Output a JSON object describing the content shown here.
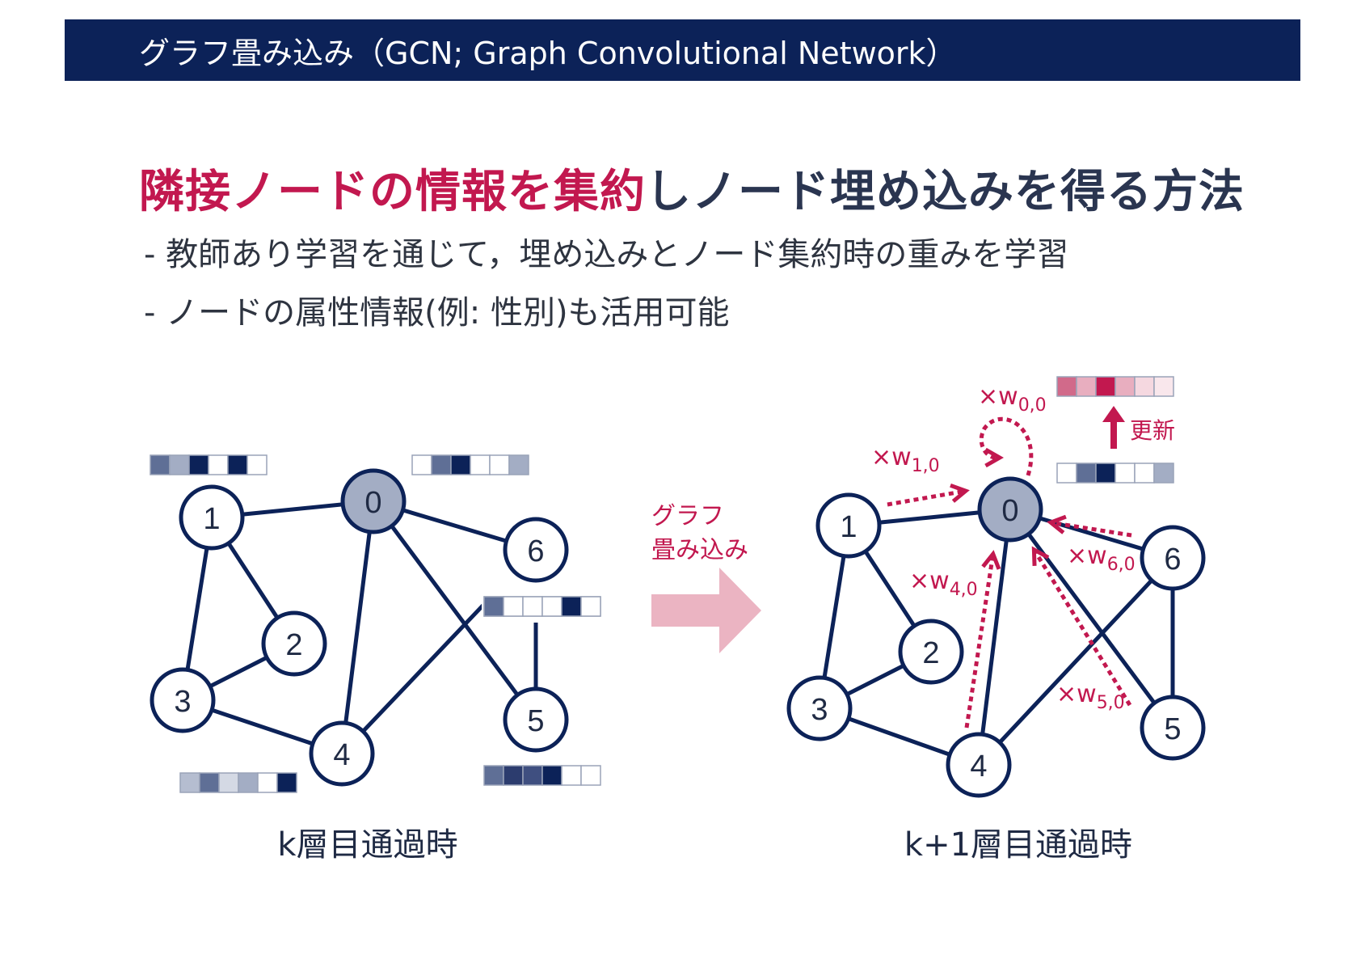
{
  "header": {
    "title": "グラフ畳み込み（GCN; Graph Convolutional Network）"
  },
  "headline": {
    "highlight": "隣接ノードの情報を集約",
    "rest": "しノード埋め込みを得る方法"
  },
  "bullets": [
    "- 教師あり学習を通じて，埋め込みとノード集約時の重みを学習",
    "- ノードの属性情報(例: 性別)も活用可能"
  ],
  "colors": {
    "header_bg": "#0c2258",
    "accent": "#c2184f",
    "node_stroke": "#0c2258",
    "node_highlight": "#a3adc4",
    "arrow_fill": "#ebb4c2"
  },
  "arrow_label": [
    "グラフ",
    "畳み込み"
  ],
  "update_label": "更新",
  "captions": {
    "left": "k層目通過時",
    "right": "k+1層目通過時"
  },
  "left_graph": {
    "nodes": [
      {
        "id": "0",
        "highlight": true
      },
      {
        "id": "1"
      },
      {
        "id": "2"
      },
      {
        "id": "3"
      },
      {
        "id": "4"
      },
      {
        "id": "5"
      },
      {
        "id": "6"
      }
    ]
  },
  "right_graph": {
    "nodes": [
      {
        "id": "0",
        "highlight": true
      },
      {
        "id": "1"
      },
      {
        "id": "2"
      },
      {
        "id": "3"
      },
      {
        "id": "4"
      },
      {
        "id": "5"
      },
      {
        "id": "6"
      }
    ]
  },
  "edges": [
    [
      "1",
      "0"
    ],
    [
      "1",
      "2"
    ],
    [
      "1",
      "3"
    ],
    [
      "2",
      "3"
    ],
    [
      "3",
      "4"
    ],
    [
      "0",
      "4"
    ],
    [
      "0",
      "5"
    ],
    [
      "0",
      "6"
    ],
    [
      "4",
      "6"
    ],
    [
      "6",
      "5"
    ]
  ],
  "weights": [
    {
      "id": "w00",
      "prefix": "×w",
      "sub": "0,0"
    },
    {
      "id": "w10",
      "prefix": "×w",
      "sub": "1,0"
    },
    {
      "id": "w40",
      "prefix": "×w",
      "sub": "4,0"
    },
    {
      "id": "w60",
      "prefix": "×w",
      "sub": "6,0"
    },
    {
      "id": "w50",
      "prefix": "×w",
      "sub": "5,0"
    }
  ],
  "embeddings": {
    "left_node1": [
      "#5f6f96",
      "#a3adc4",
      "#0c2258",
      "#ffffff",
      "#0c2258",
      "#ffffff"
    ],
    "left_node0": [
      "#ffffff",
      "#5f6f96",
      "#0c2258",
      "#ffffff",
      "#ffffff",
      "#a3adc4"
    ],
    "left_node6": [
      "#5f6f96",
      "#ffffff",
      "#ffffff",
      "#ffffff",
      "#0c2258",
      "#ffffff"
    ],
    "left_node4": [
      "#b5bdd0",
      "#5f6f96",
      "#d4d9e4",
      "#a3adc4",
      "#ffffff",
      "#0c2258"
    ],
    "left_node5": [
      "#5f6f96",
      "#2c3c6e",
      "#3f4f80",
      "#0c2258",
      "#ffffff",
      "#ffffff"
    ],
    "right_node0_before": [
      "#ffffff",
      "#5f6f96",
      "#0c2258",
      "#ffffff",
      "#ffffff",
      "#a3adc4"
    ],
    "right_node0_after": [
      "#d16a8a",
      "#e8aebf",
      "#c2184f",
      "#e8aebf",
      "#f5d8e0",
      "#f9e7ec"
    ]
  }
}
